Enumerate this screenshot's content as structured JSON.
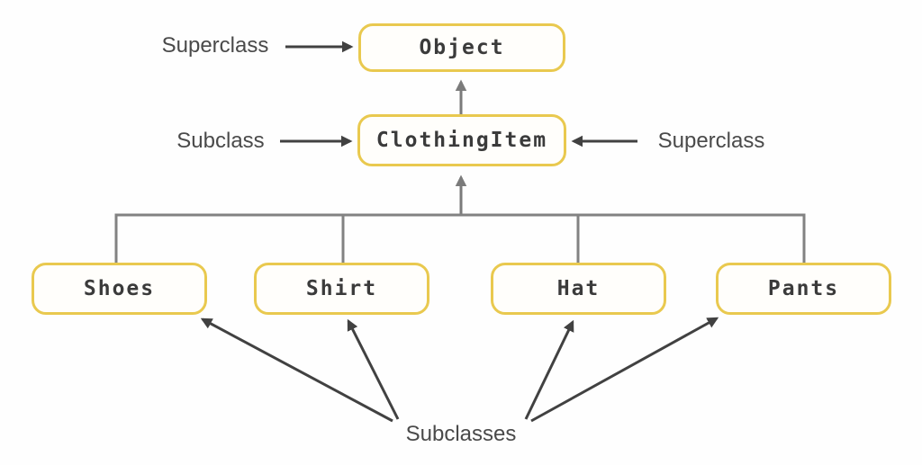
{
  "diagram": {
    "type": "class-inheritance-diagram",
    "nodes": [
      {
        "id": "object",
        "label": "Object"
      },
      {
        "id": "clothing-item",
        "label": "ClothingItem"
      },
      {
        "id": "shoes",
        "label": "Shoes"
      },
      {
        "id": "shirt",
        "label": "Shirt"
      },
      {
        "id": "hat",
        "label": "Hat"
      },
      {
        "id": "pants",
        "label": "Pants"
      }
    ],
    "edges": [
      {
        "from": "ClothingItem",
        "to": "Object"
      },
      {
        "from": "Shoes",
        "to": "ClothingItem"
      },
      {
        "from": "Shirt",
        "to": "ClothingItem"
      },
      {
        "from": "Hat",
        "to": "ClothingItem"
      },
      {
        "from": "Pants",
        "to": "ClothingItem"
      }
    ],
    "annotations": {
      "superclass_top": {
        "label": "Superclass",
        "points_to": "Object"
      },
      "subclass_left": {
        "label": "Subclass",
        "points_to": "ClothingItem"
      },
      "superclass_right": {
        "label": "Superclass",
        "points_to": "ClothingItem"
      },
      "subclasses_bottom": {
        "label": "Subclasses",
        "points_to": "Shoes, Shirt, Hat, Pants"
      }
    },
    "colors": {
      "node_border": "#e9c94f",
      "node_background": "#fffefb",
      "node_text": "#3b3b3b",
      "annotation_text": "#4a4a4a",
      "annotation_arrow": "#414141",
      "tree_line": "#828282"
    }
  }
}
